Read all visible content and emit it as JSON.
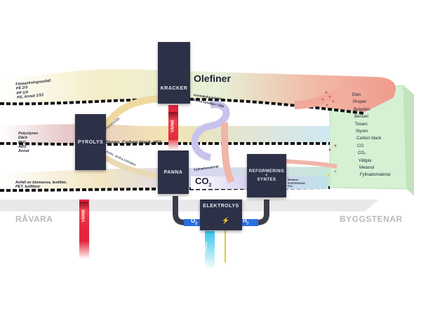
{
  "sections": {
    "left_title": "RÅVARA",
    "right_title": "BYGGSTENAR"
  },
  "sources": {
    "packaging": {
      "title": "Förpackningsavfall",
      "lines": [
        "PE 2/3",
        "PP 1/4",
        "PS, Annat 1/12"
      ]
    },
    "plastics": {
      "lines": [
        "Polystyren",
        "Däck",
        "PVC",
        "ABS",
        "Annat"
      ]
    },
    "biomass": {
      "lines": [
        "Avfall av biomassa, textilier,",
        "PET, kolfibrer"
      ]
    }
  },
  "processes": {
    "kracker": "KRACKER",
    "pyrolys": "PYROLYS",
    "panna": "PANNA",
    "reformering": [
      "REFORMERING",
      "+",
      "SYNTES"
    ],
    "elektrolys": "ELEKTROLYS"
  },
  "flow_labels": {
    "olefiner": "Olefiner",
    "co2": "CO",
    "co2_sub": "2",
    "aromatics": "Aromatiska kolväten",
    "other_hc": "Andra kolväten / Olja",
    "pyrolysolja": "Pyrolysolja",
    "styren": "Styren, Carbon black, HCL",
    "koks": "Koks, andra kolväten",
    "fyllnad": "Fyllnadsmaterial",
    "syngas": [
      "Metanol",
      "SYNTESGAS",
      "CO₂"
    ],
    "o2": "O",
    "o2_sub": "2",
    "h2": "H",
    "h2_sub": "2",
    "h2o": "H₂O",
    "varme": "VÄRME"
  },
  "outputs": [
    "Eten",
    "Propen",
    "Butadien",
    "Bensen",
    "Toluen",
    "Styren",
    "Carbon black",
    "CO",
    "CO₂",
    "Vätgas",
    "Metanol",
    "Fyllnadsmaterial"
  ],
  "colors": {
    "box": "#2c3147",
    "heat": "#e3263c",
    "water": "#3ec8f0",
    "electric": "#f2e43a",
    "o2_h2": "#2a6fe0",
    "tray": "#d6f0d3",
    "flow_pink": "#f0b5a8",
    "flow_yellow": "#f3e6b0",
    "flow_blue": "#cfe6f3",
    "flow_purple": "#c9c5ec"
  }
}
